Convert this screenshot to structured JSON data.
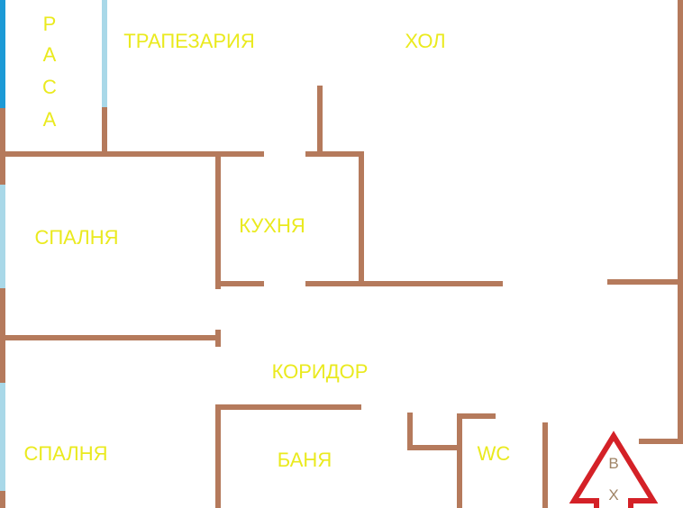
{
  "rooms": {
    "terrace_letters": [
      "Р",
      "А",
      "С",
      "А"
    ],
    "dining": "ТРАПЕЗАРИЯ",
    "hall": "ХОЛ",
    "bedroom1": "СПАЛНЯ",
    "kitchen": "КУХНЯ",
    "corridor": "КОРИДОР",
    "bedroom2": "СПАЛНЯ",
    "bathroom": "БАНЯ",
    "wc": "WC"
  },
  "entrance": {
    "letter1": "В",
    "letter2": "Х",
    "icon": "entrance-arrow-icon"
  },
  "colors": {
    "walls": "#b57a5c",
    "labels": "#eaea1e",
    "windows": "#a9d8e8",
    "terrace_window": "#1c9ad6",
    "entrance_arrow": "#d42127"
  }
}
